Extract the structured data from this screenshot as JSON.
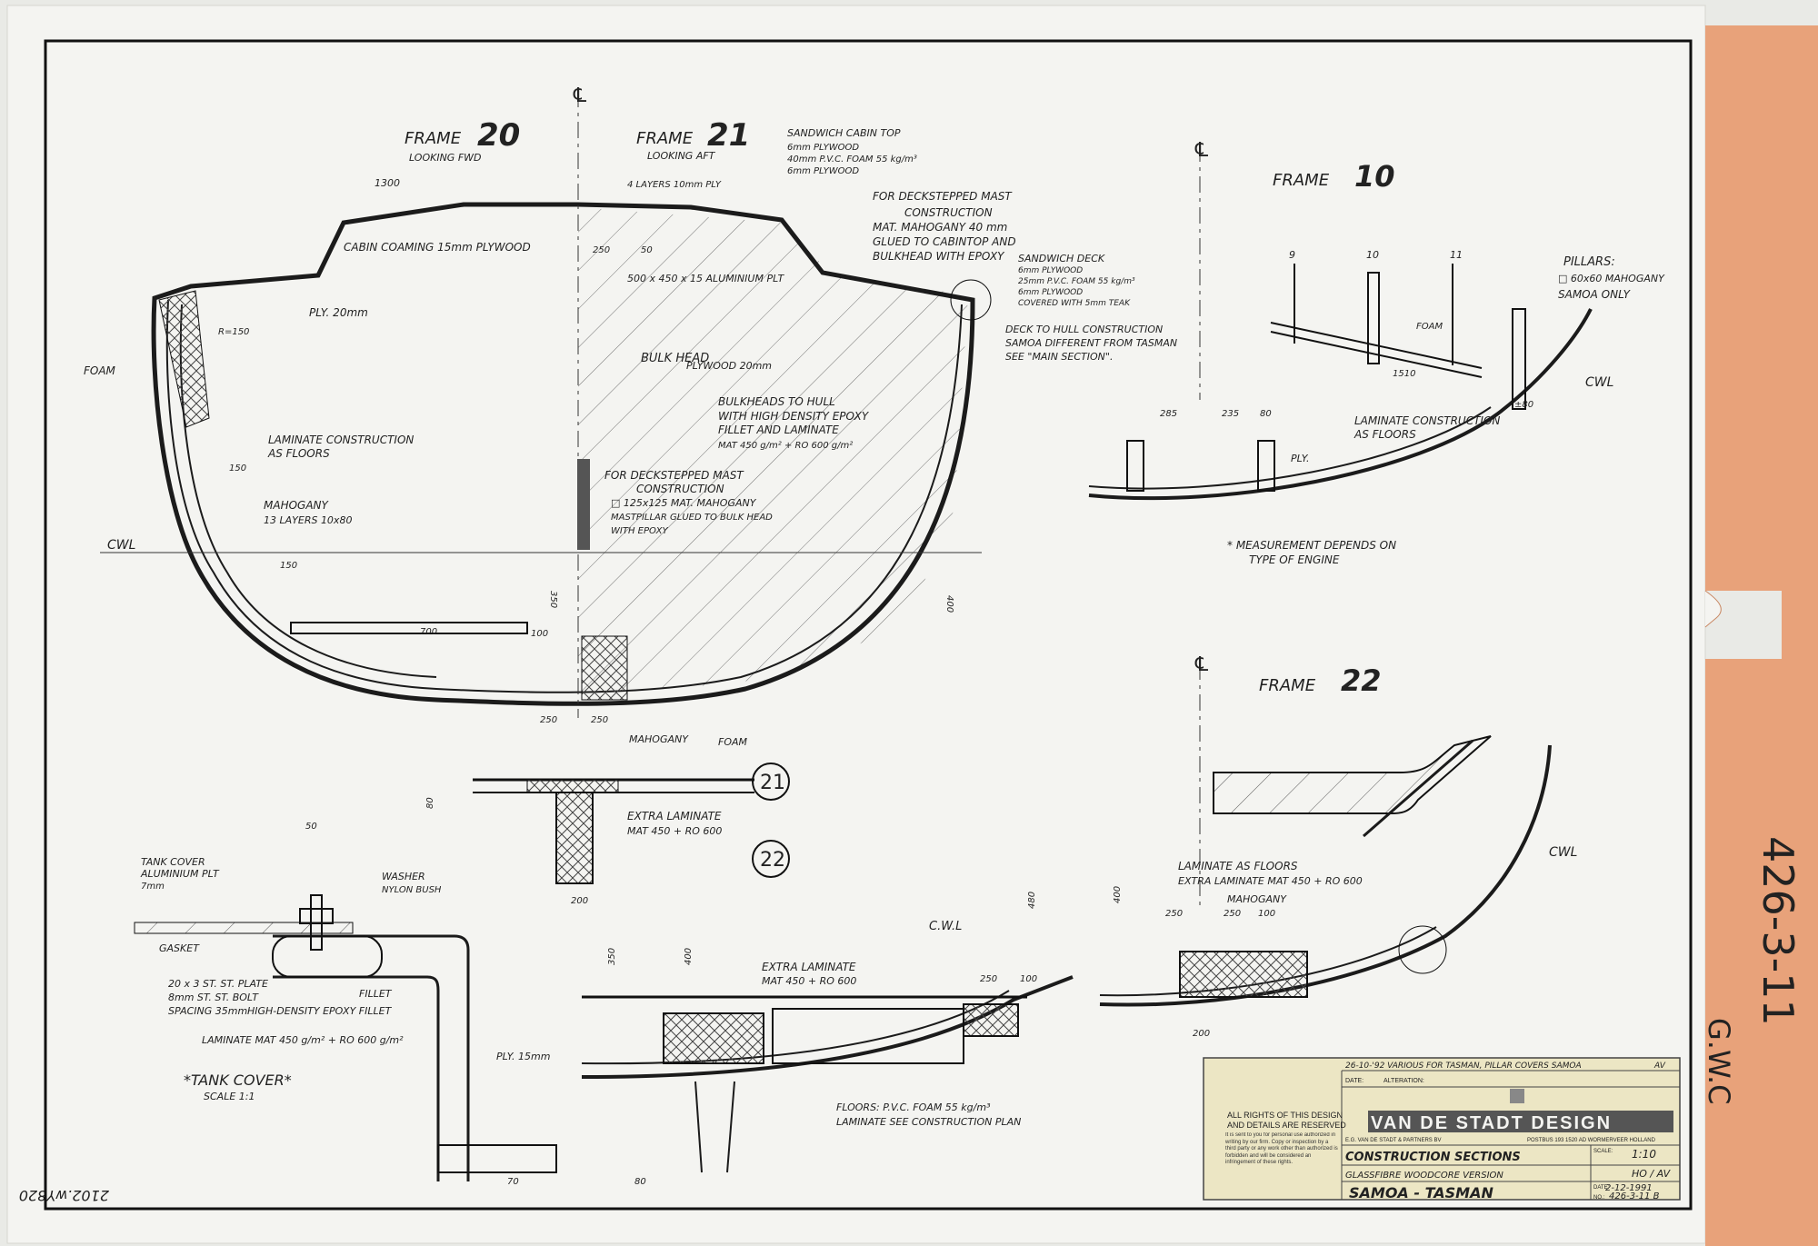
{
  "sheet": {
    "tab_number": "426-3-11",
    "tab_initials": "G.W.C",
    "corner_stamp": "2102.wY820"
  },
  "frames": {
    "f20_title": "FRAME",
    "f20_num": "20",
    "f20_sub": "LOOKING FWD",
    "f21_title": "FRAME",
    "f21_num": "21",
    "f21_sub": "LOOKING AFT",
    "f10_title": "FRAME",
    "f10_num": "10",
    "f22_title": "FRAME",
    "f22_num": "22"
  },
  "labels": {
    "cl": "℄",
    "dim_1300": "1300",
    "cabin_coaming": "CABIN COAMING 15mm PLYWOOD",
    "ply_20": "PLY. 20mm",
    "foam": "FOAM",
    "r150": "R=150",
    "laminate1": "LAMINATE CONSTRUCTION",
    "laminate2": "AS FLOORS",
    "d150": "150",
    "mahogany1": "MAHOGANY",
    "mahogany2": "13 LAYERS 10x80",
    "cwl": "CWL",
    "d150b": "150",
    "d700": "700",
    "d100": "100",
    "d250a": "250",
    "d250b": "250",
    "d350": "350",
    "d400": "400",
    "sandwich_top1": "SANDWICH CABIN TOP",
    "sandwich_top2": "6mm PLYWOOD",
    "sandwich_top3": "40mm P.V.C. FOAM 55 kg/m³",
    "sandwich_top4": "6mm PLYWOOD",
    "layers": "4 LAYERS 10mm PLY",
    "d250c": "250",
    "d50": "50",
    "alu_plate": "500 x 450 x 15 ALUMINIUM PLT",
    "mast_frame1": "FOR DECKSTEPPED MAST",
    "mast_frame2": "CONSTRUCTION",
    "mast_frame3": "MAT. MAHOGANY 40 mm",
    "mast_frame4": "GLUED TO CABINTOP AND",
    "mast_frame5": "BULKHEAD WITH EPOXY",
    "sandwich_deck1": "SANDWICH DECK",
    "sandwich_deck2": "6mm PLYWOOD",
    "sandwich_deck3": "25mm P.V.C. FOAM 55 kg/m³",
    "sandwich_deck4": "6mm PLYWOOD",
    "sandwich_deck5": "COVERED WITH 5mm TEAK",
    "deck_hull1": "DECK TO HULL CONSTRUCTION",
    "deck_hull2": "SAMOA DIFFERENT FROM TASMAN",
    "deck_hull3": "SEE \"MAIN SECTION\".",
    "bulkhead1": "BULK HEAD",
    "bulkhead2": "PLYWOOD 20mm",
    "bh_hull1": "BULKHEADS TO HULL",
    "bh_hull2": "WITH HIGH DENSITY EPOXY",
    "bh_hull3": "FILLET AND LAMINATE",
    "bh_hull4": "MAT 450 g/m² + RO 600 g/m²",
    "pillar1": "FOR DECKSTEPPED MAST",
    "pillar2": "CONSTRUCTION",
    "pillar3": "□ 125x125  MAT. MAHOGANY",
    "pillar4": "MASTPILLAR GLUED TO BULK HEAD",
    "pillar5": "WITH EPOXY",
    "f10_n9": "9",
    "f10_n10": "10",
    "f10_n11": "11",
    "pillars1": "PILLARS:",
    "pillars2": "□ 60x60 MAHOGANY",
    "pillars3": "SAMOA ONLY",
    "f10_foam": "FOAM",
    "f10_cwl": "CWL",
    "d1510": "1510",
    "d285": "285",
    "d235": "235",
    "d80": "80",
    "dpm80": "±80",
    "lam10_1": "LAMINATE CONSTRUCTION",
    "lam10_2": "AS FLOORS",
    "ply10": "PLY.",
    "measure1": "* MEASUREMENT DEPENDS ON",
    "measure2": "TYPE OF ENGINE",
    "mahogany_fm": "MAHOGANY",
    "foam_fm": "FOAM",
    "d80b": "80",
    "extra_lam1": "EXTRA LAMINATE",
    "extra_lam2": "MAT 450 + RO 600",
    "d200a": "200",
    "c21": "21",
    "c22": "22",
    "d50b": "50",
    "tank_cover1": "TANK COVER",
    "tank_cover2": "ALUMINIUM PLT",
    "tank_cover3": "7mm",
    "washer1": "WASHER",
    "washer2": "NYLON BUSH",
    "gasket": "GASKET",
    "plate1": "20 x 3  ST. ST. PLATE",
    "plate2": "8mm  ST. ST. BOLT",
    "plate3": "SPACING 35mm",
    "hd_epoxy": "HIGH-DENSITY EPOXY FILLET",
    "fillet": "FILLET",
    "lam_tank": "LAMINATE  MAT 450 g/m² + RO 600 g/m²",
    "ply15": "PLY.  15mm",
    "tank_title": "*TANK COVER*",
    "tank_scale": "SCALE 1:1",
    "d70": "70",
    "d80c": "80",
    "cwl_mid": "C.W.L",
    "d350b": "350",
    "d400b": "400",
    "extra_lam3": "EXTRA LAMINATE",
    "extra_lam4": "MAT 450 + RO 600",
    "d250d": "250",
    "d100b": "100",
    "floors1": "FLOORS: P.V.C. FOAM 55 kg/m³",
    "floors2": "LAMINATE  SEE CONSTRUCTION PLAN",
    "f22_cwl": "CWL",
    "lam22_1": "LAMINATE AS FLOORS",
    "lam22_2": "EXTRA LAMINATE  MAT 450 + RO 600",
    "mahogany22": "MAHOGANY",
    "d250e": "250",
    "d250f": "250",
    "d100c": "100",
    "d400c": "400",
    "d480": "480",
    "d200b": "200"
  },
  "title_block": {
    "revision_entry": "26-10-'92  VARIOUS FOR TASMAN, PILLAR COVERS SAMOA",
    "revision_initials": "AV",
    "date_label": "DATE:",
    "alteration_label": "ALTERATION:",
    "rights1": "ALL RIGHTS OF THIS DESIGN",
    "rights2": "AND DETAILS ARE RESERVED",
    "rights_text": "It is sent to you for personal use authorized in writing by our firm. Copy or inspection by a third party or any work other than authorized is forbidden and will be considered an infringement of these rights.",
    "company": "VAN DE STADT DESIGN",
    "company_sub": "E.G. VAN DE STADT & PARTNERS BV",
    "address": "POSTBUS 193   1520 AD  WORMERVEER  HOLLAND",
    "drawing_title": "CONSTRUCTION SECTIONS",
    "drawing_sub": "GLASSFIBRE  WOODCORE VERSION",
    "project": "SAMOA - TASMAN",
    "scale_label": "SCALE:",
    "scale_value": "1:10",
    "drawn_value": "HO / AV",
    "date_label2": "DATE:",
    "date_value": "2-12-1991",
    "no_label": "NO.:",
    "no_value": "426-3-11 B"
  },
  "colors": {
    "paper": "#f4f4f1",
    "tab": "#e8a27a",
    "ink": "#1b1b1b",
    "titleblock": "#ece6c4"
  }
}
